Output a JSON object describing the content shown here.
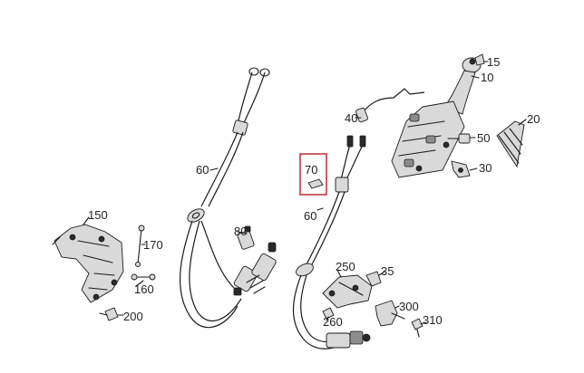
{
  "labels": {
    "p15": "15",
    "p10": "10",
    "p20": "20",
    "p40": "40",
    "p50": "50",
    "p30": "30",
    "p60a": "60",
    "p60b": "60",
    "p70": "70",
    "p80": "80",
    "p150": "150",
    "p170": "170",
    "p160": "160",
    "p200": "200",
    "p250": "250",
    "p35": "35",
    "p300": "300",
    "p260": "260",
    "p310": "310"
  },
  "highlight": {
    "part": "70",
    "color": "#c0393f"
  }
}
